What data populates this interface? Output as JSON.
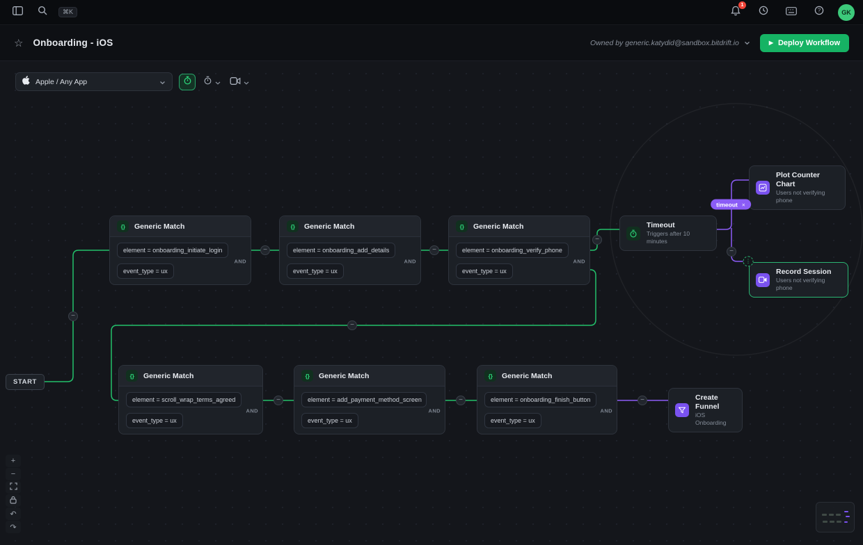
{
  "topbar": {
    "shortcut": "⌘K",
    "badge": "1",
    "avatar": "GK"
  },
  "header": {
    "title": "Onboarding - iOS",
    "owner": "Owned by generic.katydid@sandbox.bitdrift.io",
    "deploy": "Deploy Workflow"
  },
  "toolbar": {
    "app_selector": "Apple / Any App"
  },
  "flow": {
    "start": "START",
    "and": "AND",
    "pill": {
      "label": "timeout",
      "close": "×"
    },
    "matches": [
      {
        "title": "Generic Match",
        "cond1": "element = onboarding_initiate_login",
        "cond2": "event_type = ux"
      },
      {
        "title": "Generic Match",
        "cond1": "element = onboarding_add_details",
        "cond2": "event_type = ux"
      },
      {
        "title": "Generic Match",
        "cond1": "element = onboarding_verify_phone",
        "cond2": "event_type = ux"
      },
      {
        "title": "Generic Match",
        "cond1": "element = scroll_wrap_terms_agreed",
        "cond2": "event_type = ux"
      },
      {
        "title": "Generic Match",
        "cond1": "element = add_payment_method_screen",
        "cond2": "event_type = ux"
      },
      {
        "title": "Generic Match",
        "cond1": "element = onboarding_finish_button",
        "cond2": "event_type = ux"
      }
    ],
    "timeout": {
      "title": "Timeout",
      "subtitle": "Triggers after 10 minutes"
    },
    "plot": {
      "title": "Plot Counter Chart",
      "subtitle": "Users not verifying phone"
    },
    "record": {
      "title": "Record Session",
      "subtitle": "Users not verifying phone"
    },
    "funnel": {
      "title": "Create Funnel",
      "subtitle": "iOS Onboarding"
    }
  },
  "icons": {
    "topbar_left": [
      "panel-left-icon",
      "search-icon"
    ],
    "topbar_right": [
      "bell-icon",
      "clock-icon",
      "keyboard-icon",
      "help-icon"
    ],
    "node_icons": [
      "braces-icon",
      "stopwatch-icon",
      "chart-icon",
      "video-icon",
      "funnel-icon"
    ]
  },
  "colors": {
    "green": "#23c16b",
    "purple": "#8b5cf6",
    "deploy_green": "#16b364",
    "danger": "#f04438"
  }
}
